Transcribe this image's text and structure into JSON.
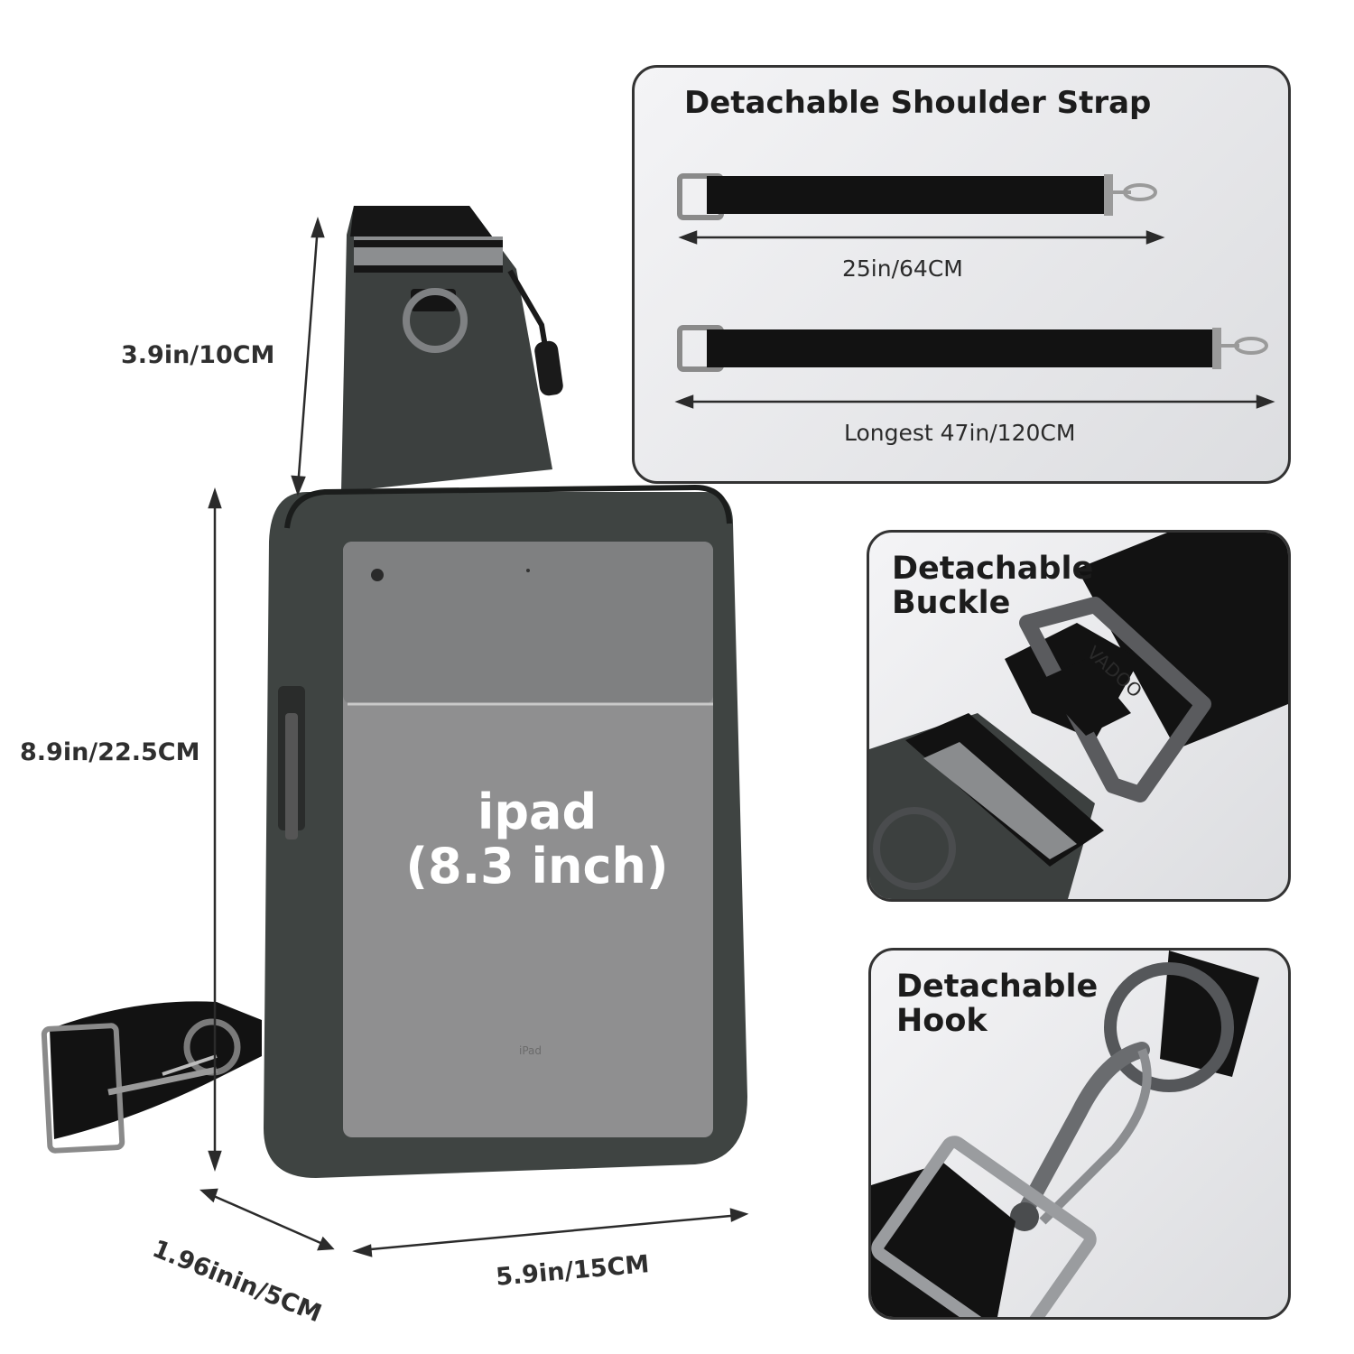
{
  "dimensions": {
    "strap_height": "3.9in/10CM",
    "body_height": "8.9in/22.5CM",
    "depth": "1.96inin/5CM",
    "width": "5.9in/15CM"
  },
  "ipad": {
    "line1": "ipad",
    "line2": "(8.3 inch)",
    "device_mark": "iPad"
  },
  "shoulder_strap_panel": {
    "title": "Detachable Shoulder Strap",
    "short_length": "25in/64CM",
    "long_length": "Longest 47in/120CM"
  },
  "buckle_panel": {
    "title_line1": "Detachable",
    "title_line2": "Buckle",
    "brand_mark": "VADOO"
  },
  "hook_panel": {
    "title_line1": "Detachable",
    "title_line2": "Hook"
  },
  "colors": {
    "bag_body": "#3f4442",
    "strap": "#111111",
    "reflective": "#8a8c8e",
    "ipad_gray": "#8e8e8f",
    "panel_bg": "#e4e5e8"
  }
}
